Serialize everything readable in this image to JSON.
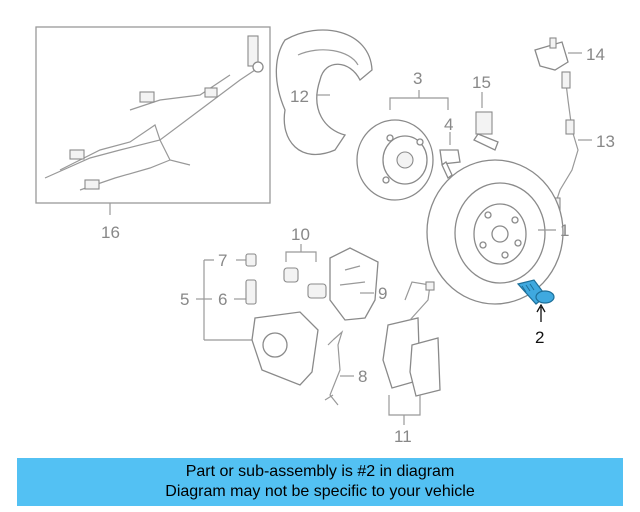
{
  "callouts": {
    "c1": "1",
    "c2": "2",
    "c3": "3",
    "c4": "4",
    "c5": "5",
    "c6": "6",
    "c7": "7",
    "c8": "8",
    "c9": "9",
    "c10": "10",
    "c11": "11",
    "c12": "12",
    "c13": "13",
    "c14": "14",
    "c15": "15",
    "c16": "16"
  },
  "highlighted_part": "2",
  "colors": {
    "highlight": "#3fa9df",
    "banner": "#53c1f3"
  },
  "banner": {
    "line1": "Part or sub-assembly is #2 in diagram",
    "line2": "Diagram may not be specific to your vehicle"
  }
}
